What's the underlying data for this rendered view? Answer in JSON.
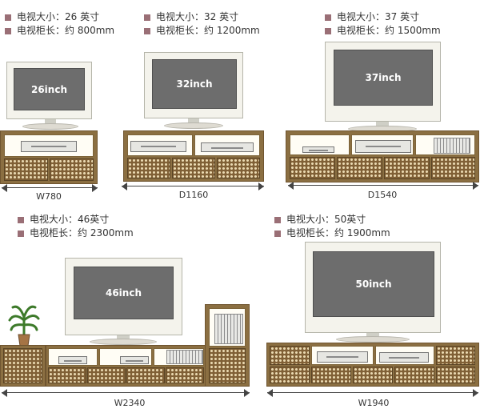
{
  "panels": [
    {
      "size_label": "电视大小：26 英寸",
      "length_label": "电视柜长：约 800mm",
      "screen_text": "26inch",
      "dimension": "W780"
    },
    {
      "size_label": "电视大小：32 英寸",
      "length_label": "电视柜长：约 1200mm",
      "screen_text": "32inch",
      "dimension": "D1160"
    },
    {
      "size_label": "电视大小：37 英寸",
      "length_label": "电视柜长：约 1500mm",
      "screen_text": "37inch",
      "dimension": "D1540"
    },
    {
      "size_label": "电视大小：46英寸",
      "length_label": "电视柜长：约 2300mm",
      "screen_text": "46inch",
      "dimension": "W2340"
    },
    {
      "size_label": "电视大小：50英寸",
      "length_label": "电视柜长：约 1900mm",
      "screen_text": "50inch",
      "dimension": "W1940"
    }
  ],
  "colors": {
    "bullet": "#9a6f76",
    "wood": "#8b6f42",
    "screen": "#6d6d6d"
  }
}
